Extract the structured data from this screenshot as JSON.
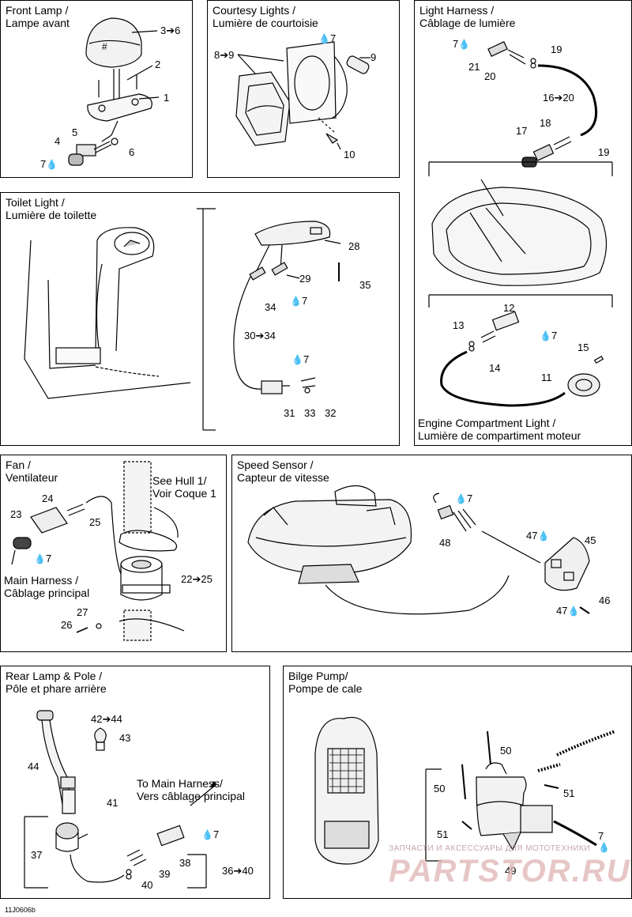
{
  "panels": {
    "front_lamp": {
      "title": [
        "Front Lamp /",
        "Lampe avant"
      ],
      "labels": [
        "3➔6",
        "2",
        "1",
        "5",
        "4",
        "6",
        "7"
      ]
    },
    "courtesy": {
      "title": [
        "Courtesy Lights /",
        "Lumière de courtoisie"
      ],
      "labels": [
        "7",
        "8➔9",
        "9",
        "10"
      ]
    },
    "light_harness": {
      "title": [
        "Light Harness /",
        "Câblage de lumière"
      ],
      "labels": [
        "7",
        "19",
        "21",
        "20",
        "16➔20",
        "18",
        "17",
        "19"
      ]
    },
    "toilet": {
      "title": [
        "Toilet Light /",
        "Lumière de toilette"
      ],
      "labels": [
        "28",
        "29",
        "35",
        "34",
        "7",
        "30➔34",
        "7",
        "31",
        "33",
        "32"
      ]
    },
    "engine": {
      "title": [
        "Engine Compartment Light /",
        "Lumière de compartiment moteur"
      ],
      "labels": [
        "12",
        "13",
        "7",
        "15",
        "14",
        "11"
      ]
    },
    "fan": {
      "title": [
        "Fan /",
        "Ventilateur"
      ],
      "see_hull": [
        "See Hull 1/",
        "Voir Coque 1"
      ],
      "main_harness": [
        "Main Harness /",
        "Câblage principal"
      ],
      "labels": [
        "24",
        "23",
        "25",
        "7",
        "22➔25",
        "27",
        "26"
      ]
    },
    "speed": {
      "title": [
        "Speed Sensor /",
        "Capteur de vitesse"
      ],
      "labels": [
        "7",
        "47",
        "45",
        "48",
        "46",
        "47"
      ]
    },
    "rear": {
      "title": [
        "Rear Lamp & Pole /",
        "Pôle et phare arrière"
      ],
      "to_main": [
        "To Main Harness/",
        "Vers câblage principal"
      ],
      "labels": [
        "42➔44",
        "43",
        "44",
        "41",
        "7",
        "37",
        "38",
        "39",
        "36➔40",
        "40"
      ]
    },
    "bilge": {
      "title": [
        "Bilge Pump/",
        "Pompe de cale"
      ],
      "labels": [
        "50",
        "50",
        "51",
        "51",
        "7",
        "49"
      ]
    }
  },
  "footer_code": "11J0606b",
  "watermark": {
    "top": "ЗАПЧАСТИ И АКСЕССУАРЫ ДЛЯ МОТОТЕХНИКИ",
    "main": "PARTSTOR.RU"
  }
}
